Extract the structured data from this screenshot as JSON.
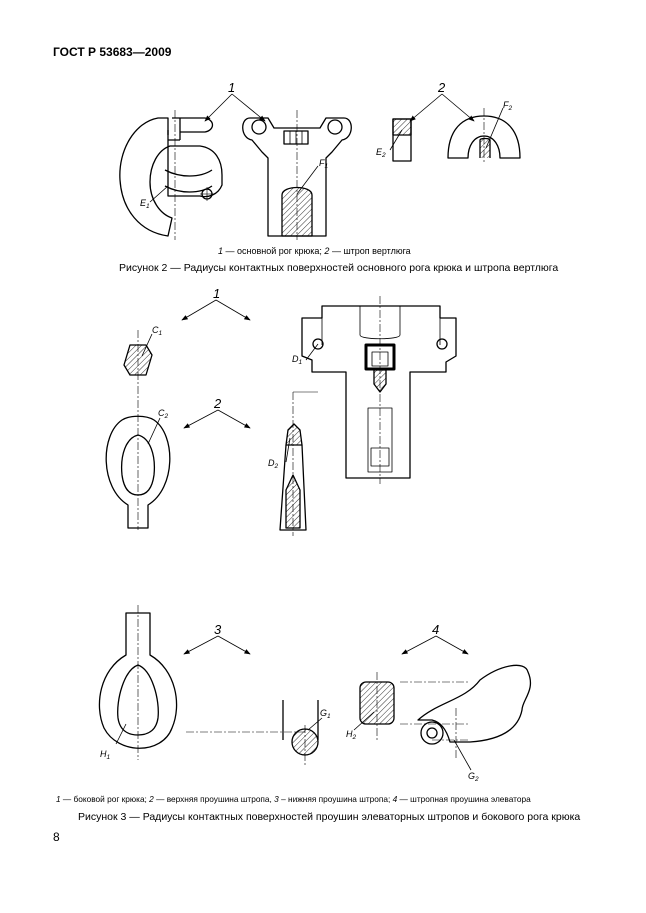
{
  "header": {
    "standard": "ГОСТ Р 53683—2009"
  },
  "figure2": {
    "callouts": [
      "1",
      "2"
    ],
    "labels": {
      "E1": "E",
      "E1sub": "1",
      "F1": "F",
      "F1sub": "1",
      "E2": "E",
      "E2sub": "2",
      "F2": "F",
      "F2sub": "2"
    },
    "legend": {
      "n1": "1",
      "t1": " — основной рог крюка; ",
      "n2": "2",
      "t2": " — штроп вертлюга"
    },
    "caption": "Рисунок 2 — Радиусы контактных поверхностей основного рога крюка и штропа вертлюга"
  },
  "figure3": {
    "callouts": [
      "1",
      "2",
      "3",
      "4"
    ],
    "labels": {
      "C1": "C",
      "C1sub": "1",
      "C2": "C",
      "C2sub": "2",
      "D1": "D",
      "D1sub": "1",
      "D2": "D",
      "D2sub": "2",
      "G1": "G",
      "G1sub": "1",
      "G2": "G",
      "G2sub": "2",
      "H1": "H",
      "H1sub": "1",
      "H2": "H",
      "H2sub": "2"
    },
    "legend": {
      "n1": "1",
      "t1": " — боковой рог крюка; ",
      "n2": "2",
      "t2": " — верхняя проушина штропа, ",
      "n3": "3",
      "t3": " – нижняя проушина штропа; ",
      "n4": "4",
      "t4": " — штропная проушина элеватора"
    },
    "caption": "Рисунок 3 — Радиусы контактных поверхностей проушин элеваторных штропов и бокового рога крюка"
  },
  "page": {
    "number": "8"
  }
}
